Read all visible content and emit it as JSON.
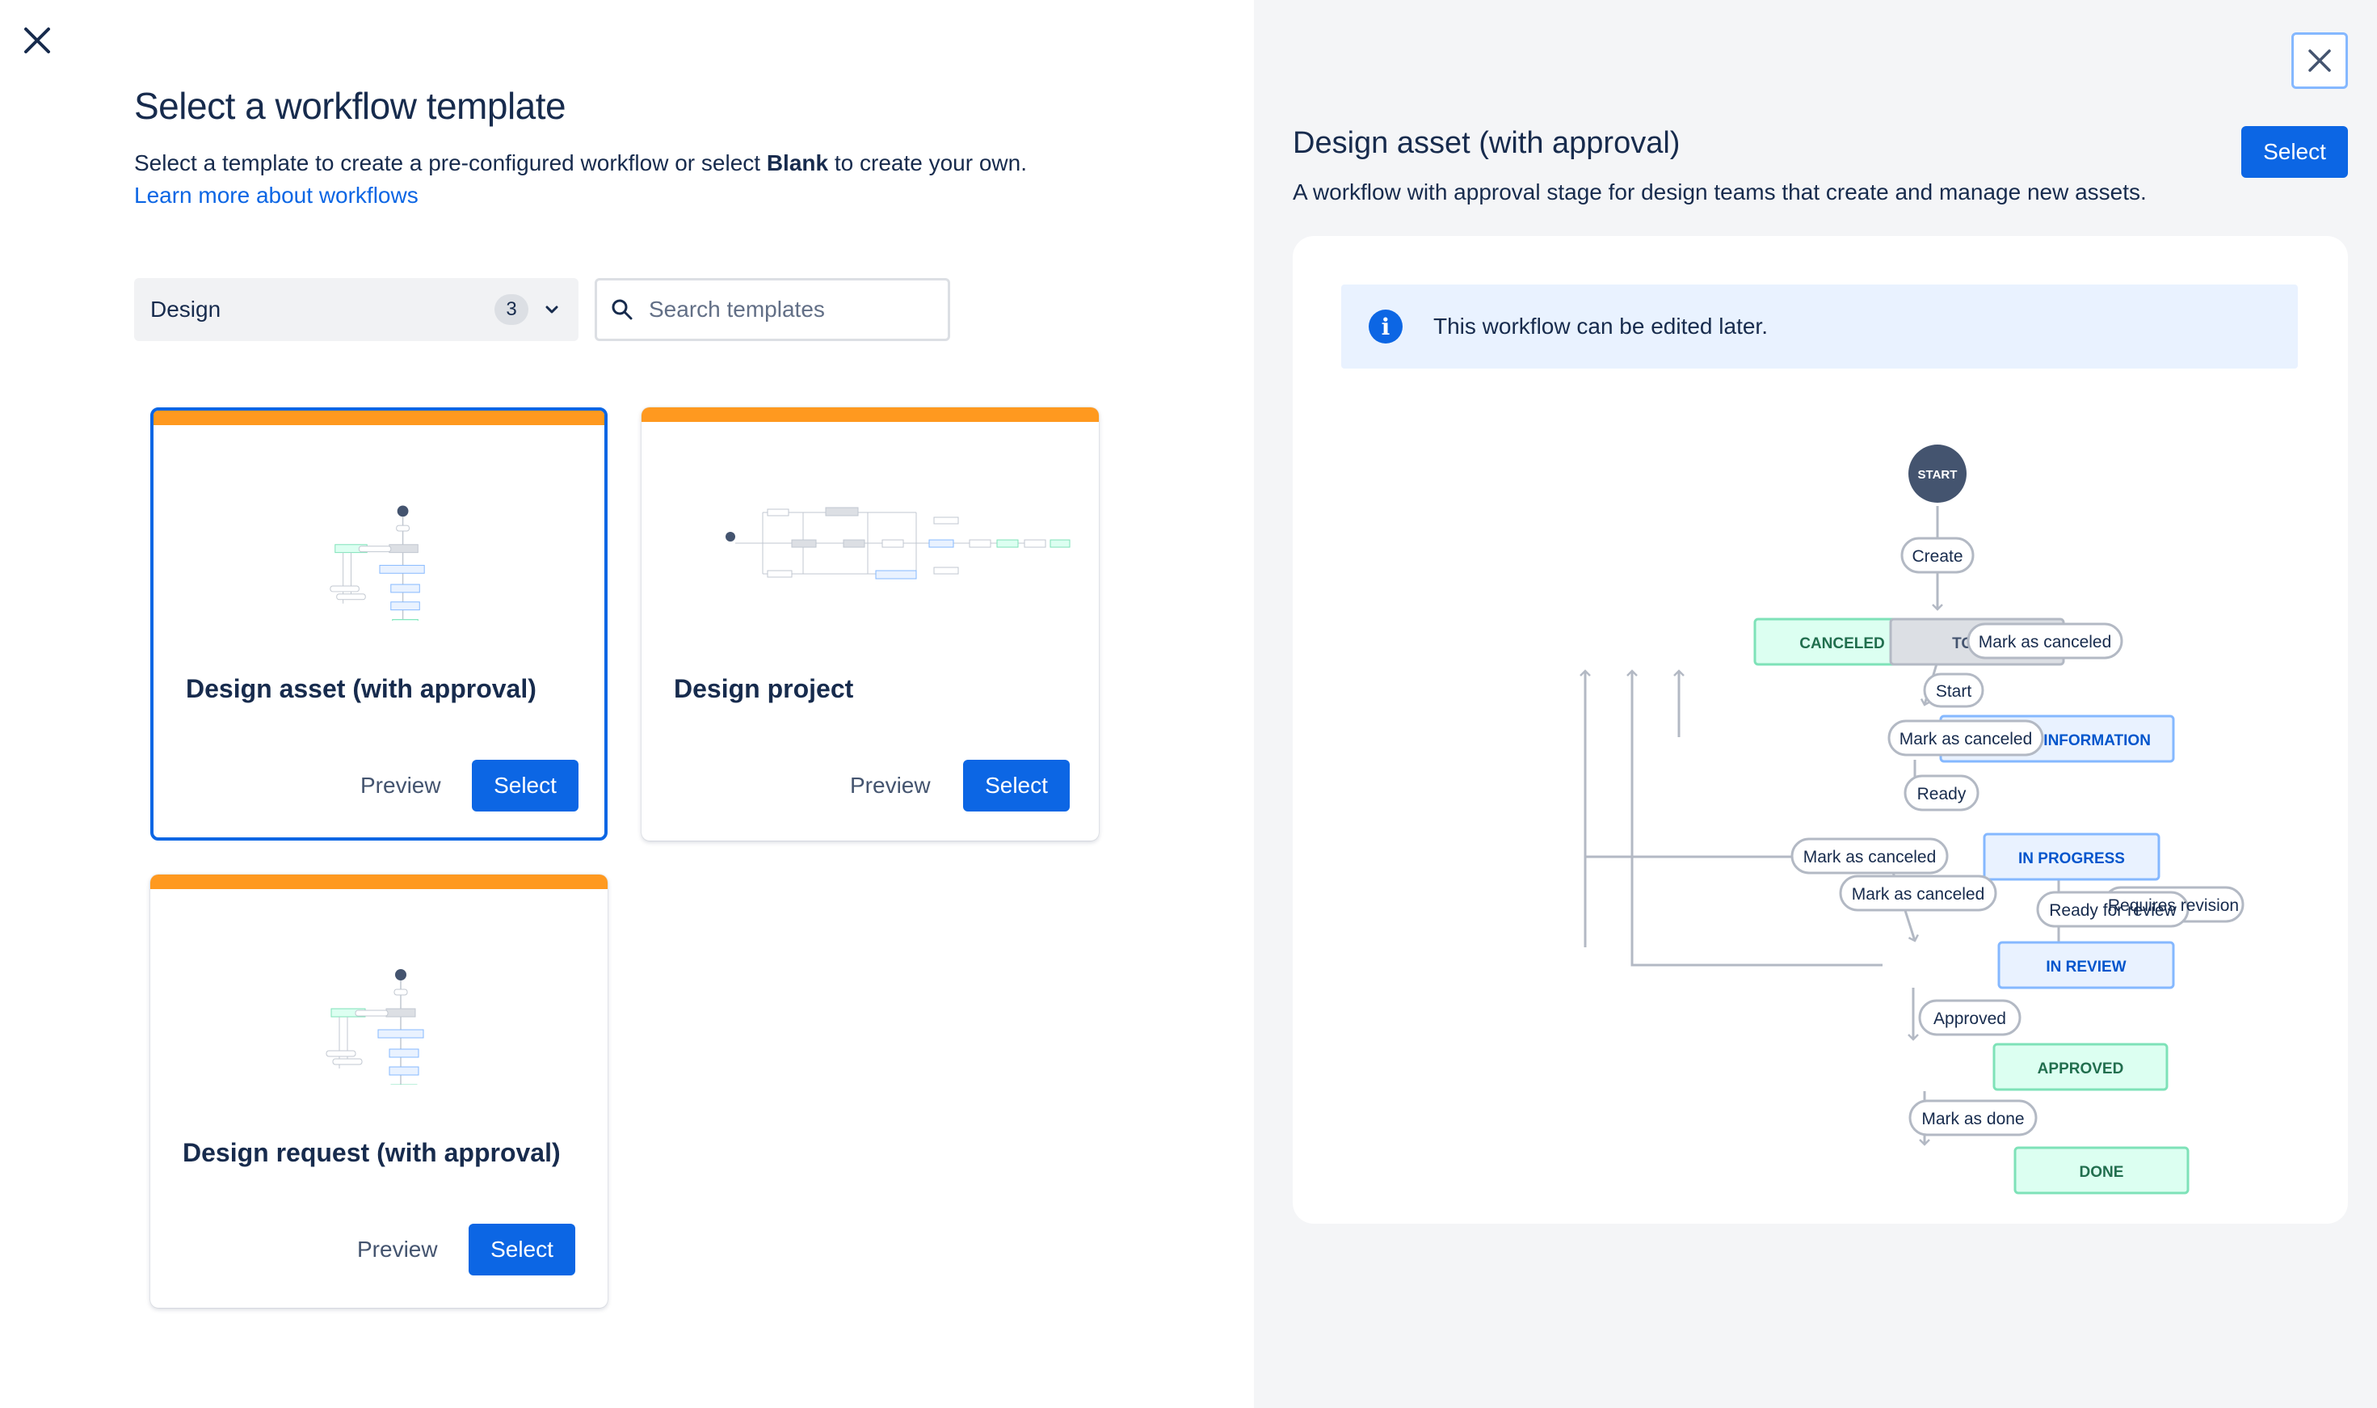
{
  "page": {
    "title": "Select a workflow template",
    "subtitle_before": "Select a template to create a pre-configured workflow or select ",
    "subtitle_bold": "Blank",
    "subtitle_after": " to create your own.",
    "learn_link": "Learn more about workflows"
  },
  "filter": {
    "category": "Design",
    "count": "3",
    "search_placeholder": "Search templates"
  },
  "templates": [
    {
      "name": "Design asset (with approval)",
      "preview_label": "Preview",
      "select_label": "Select"
    },
    {
      "name": "Design project",
      "preview_label": "Preview",
      "select_label": "Select"
    },
    {
      "name": "Design request (with approval)",
      "preview_label": "Preview",
      "select_label": "Select"
    }
  ],
  "detail": {
    "title": "Design asset (with approval)",
    "description": "A workflow with approval stage for design teams that create and manage new assets.",
    "select_label": "Select",
    "info": "This workflow can be edited later."
  },
  "workflow": {
    "start": "START",
    "statuses": {
      "canceled": "CANCELED",
      "todo": "TO DO",
      "awaiting": "AWAITING INFORMATION",
      "in_progress": "IN PROGRESS",
      "in_review": "IN REVIEW",
      "approved": "APPROVED",
      "done": "DONE"
    },
    "transitions": {
      "create": "Create",
      "start": "Start",
      "ready": "Ready",
      "ready_for_review": "Ready for review",
      "requires_revision": "Requires revision",
      "approved": "Approved",
      "mark_as_done": "Mark as done",
      "mark_as_canceled": "Mark as canceled"
    }
  },
  "colors": {
    "accent": "#0c66e4",
    "band": "#ff991f",
    "green_bg": "#dcfff1",
    "green_border": "#7ee2b8",
    "blue_bg": "#e9f2ff",
    "blue_border": "#85b8ff",
    "gray_bg": "#dcdfe4"
  }
}
